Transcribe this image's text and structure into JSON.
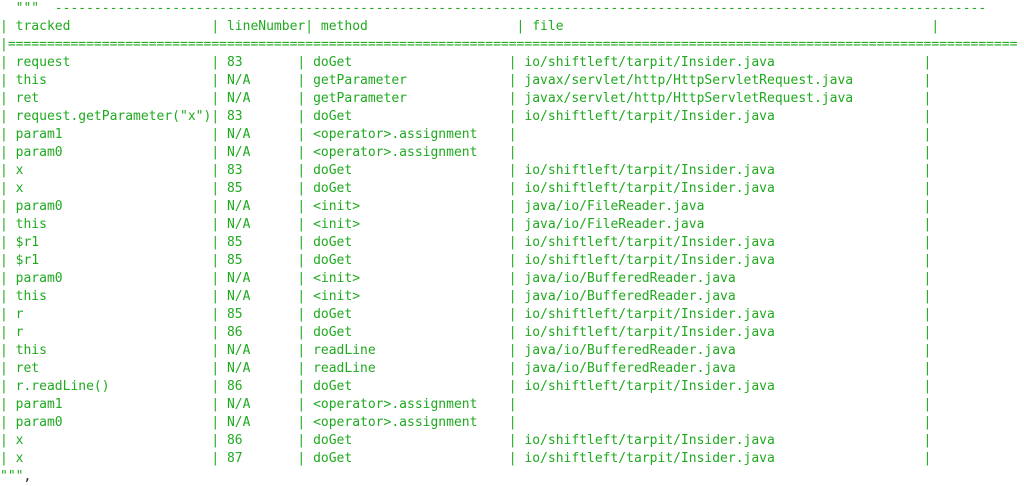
{
  "colors": {
    "background": "#ffffff",
    "text_green": "#1faa1f",
    "punctuation_dark": "#202020"
  },
  "document": {
    "type": "terminal-output",
    "language": "python-triple-quoted-string",
    "opening_delimiter": "\"\"\"",
    "closing_delimiter": "\"\"\"",
    "trailing_comma": ","
  },
  "table": {
    "top_rule": "-----------------------------------------------------------------------------------------------------------------------",
    "header_separator": "=================================================================================================================================",
    "columns": [
      {
        "key": "tracked",
        "header": "tracked",
        "width": 25
      },
      {
        "key": "lineNumber",
        "header": "lineNumber",
        "width": 10
      },
      {
        "key": "method",
        "header": "method",
        "width": 25
      },
      {
        "key": "file",
        "header": "file",
        "width": 51
      }
    ],
    "rows": [
      {
        "tracked": "request",
        "lineNumber": "83",
        "method": "doGet",
        "file": "io/shiftleft/tarpit/Insider.java"
      },
      {
        "tracked": "this",
        "lineNumber": "N/A",
        "method": "getParameter",
        "file": "javax/servlet/http/HttpServletRequest.java"
      },
      {
        "tracked": "ret",
        "lineNumber": "N/A",
        "method": "getParameter",
        "file": "javax/servlet/http/HttpServletRequest.java"
      },
      {
        "tracked": "request.getParameter(\"x\")",
        "lineNumber": "83",
        "method": "doGet",
        "file": "io/shiftleft/tarpit/Insider.java"
      },
      {
        "tracked": "param1",
        "lineNumber": "N/A",
        "method": "<operator>.assignment",
        "file": ""
      },
      {
        "tracked": "param0",
        "lineNumber": "N/A",
        "method": "<operator>.assignment",
        "file": ""
      },
      {
        "tracked": "x",
        "lineNumber": "83",
        "method": "doGet",
        "file": "io/shiftleft/tarpit/Insider.java"
      },
      {
        "tracked": "x",
        "lineNumber": "85",
        "method": "doGet",
        "file": "io/shiftleft/tarpit/Insider.java"
      },
      {
        "tracked": "param0",
        "lineNumber": "N/A",
        "method": "<init>",
        "file": "java/io/FileReader.java"
      },
      {
        "tracked": "this",
        "lineNumber": "N/A",
        "method": "<init>",
        "file": "java/io/FileReader.java"
      },
      {
        "tracked": "$r1",
        "lineNumber": "85",
        "method": "doGet",
        "file": "io/shiftleft/tarpit/Insider.java"
      },
      {
        "tracked": "$r1",
        "lineNumber": "85",
        "method": "doGet",
        "file": "io/shiftleft/tarpit/Insider.java"
      },
      {
        "tracked": "param0",
        "lineNumber": "N/A",
        "method": "<init>",
        "file": "java/io/BufferedReader.java"
      },
      {
        "tracked": "this",
        "lineNumber": "N/A",
        "method": "<init>",
        "file": "java/io/BufferedReader.java"
      },
      {
        "tracked": "r",
        "lineNumber": "85",
        "method": "doGet",
        "file": "io/shiftleft/tarpit/Insider.java"
      },
      {
        "tracked": "r",
        "lineNumber": "86",
        "method": "doGet",
        "file": "io/shiftleft/tarpit/Insider.java"
      },
      {
        "tracked": "this",
        "lineNumber": "N/A",
        "method": "readLine",
        "file": "java/io/BufferedReader.java"
      },
      {
        "tracked": "ret",
        "lineNumber": "N/A",
        "method": "readLine",
        "file": "java/io/BufferedReader.java"
      },
      {
        "tracked": "r.readLine()",
        "lineNumber": "86",
        "method": "doGet",
        "file": "io/shiftleft/tarpit/Insider.java"
      },
      {
        "tracked": "param1",
        "lineNumber": "N/A",
        "method": "<operator>.assignment",
        "file": ""
      },
      {
        "tracked": "param0",
        "lineNumber": "N/A",
        "method": "<operator>.assignment",
        "file": ""
      },
      {
        "tracked": "x",
        "lineNumber": "86",
        "method": "doGet",
        "file": "io/shiftleft/tarpit/Insider.java"
      },
      {
        "tracked": "x",
        "lineNumber": "87",
        "method": "doGet",
        "file": "io/shiftleft/tarpit/Insider.java"
      }
    ]
  }
}
